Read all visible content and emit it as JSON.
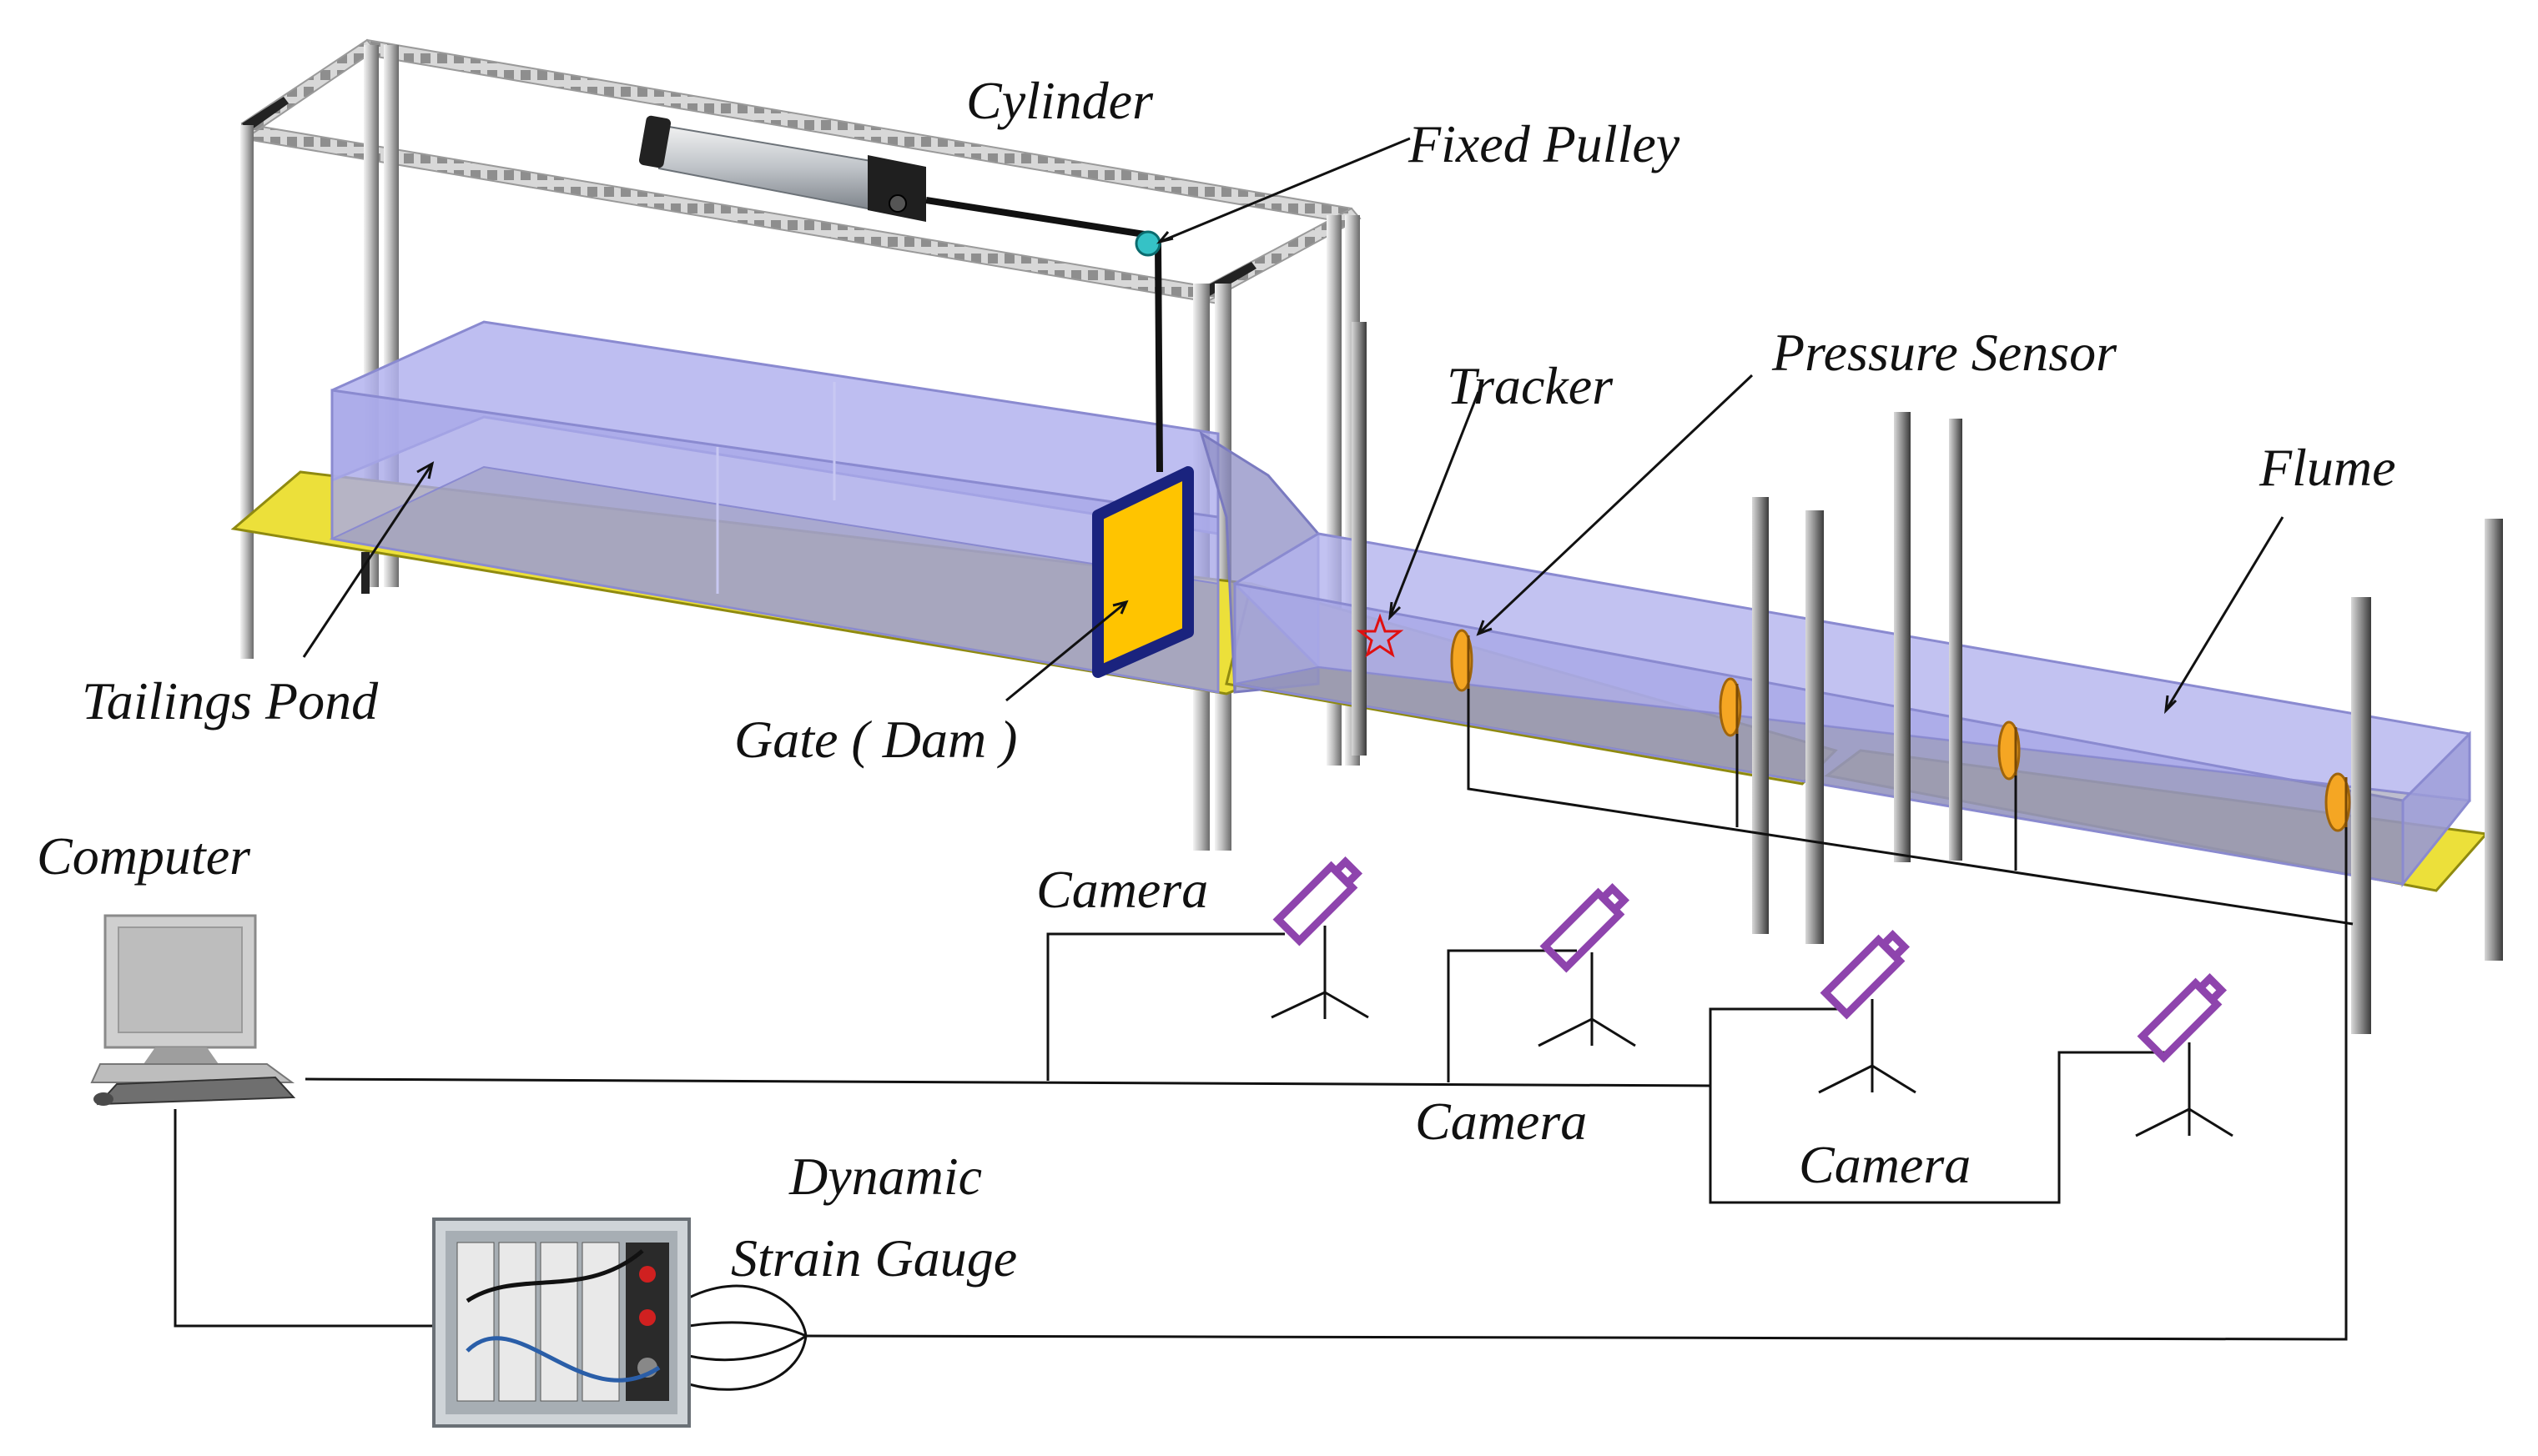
{
  "labels": {
    "cylinder": "Cylinder",
    "fixed_pulley": "Fixed Pulley",
    "tracker": "Tracker",
    "pressure_sensor": "Pressure Sensor",
    "flume": "Flume",
    "tailings_pond": "Tailings Pond",
    "gate_dam": "Gate ( Dam )",
    "computer": "Computer",
    "camera_1": "Camera",
    "camera_2": "Camera",
    "camera_3": "Camera",
    "dynamic": "Dynamic",
    "strain_gauge": "Strain Gauge"
  },
  "colors": {
    "tank_fill": "#b3b3ee",
    "tank_edge": "#8a8ad0",
    "base_plate": "#ece03a",
    "gate_fill": "#ffc400",
    "gate_frame": "#1a237e",
    "sensor": "#f5a623",
    "camera": "#8e44ad",
    "tracker_star": "#e01010",
    "frame_metal": "#c9c9c9",
    "wire": "#111111"
  },
  "icons": {
    "tracker": "star-outline-icon",
    "camera": "camera-tripod-icon",
    "computer": "desktop-computer-icon",
    "strain_gauge": "data-acquisition-unit-icon",
    "pulley": "pulley-icon",
    "cylinder": "pneumatic-cylinder-icon"
  }
}
